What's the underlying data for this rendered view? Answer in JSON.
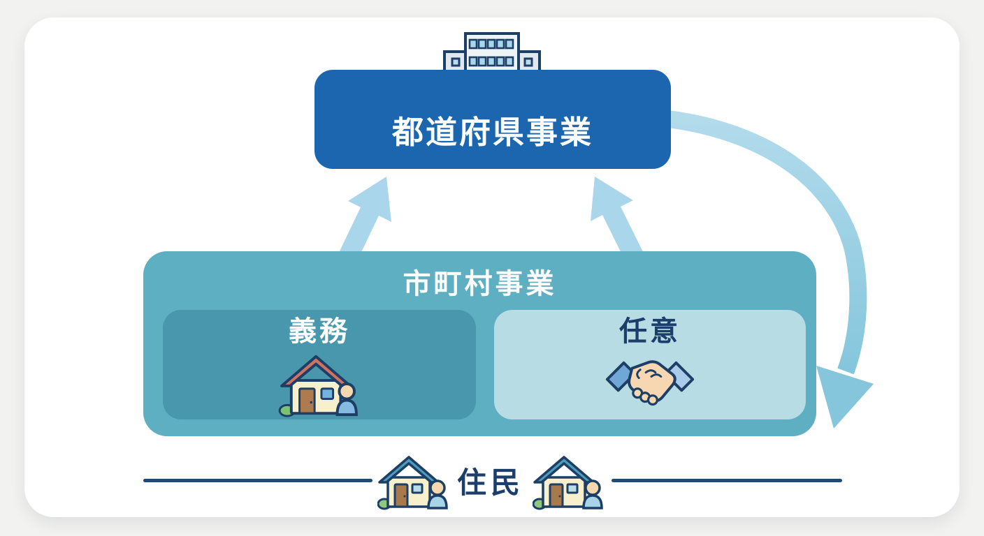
{
  "labels": {
    "prefecture": "都道府県事業",
    "municipality": "市町村事業",
    "obligation": "義務",
    "voluntary": "任意",
    "residents": "住民"
  },
  "icons": {
    "prefecture": "government-building-icon",
    "obligation": "house-with-resident-icon",
    "voluntary": "handshake-icon",
    "residents": "house-with-resident-icon"
  },
  "colors": {
    "prefecture_box": "#1b66ae",
    "municipality_box": "#5fafc2",
    "obligation_box": "#4897ac",
    "voluntary_box": "#b7dce3",
    "up_arrow": "#a9d6ea",
    "curved_arrow": "#85c6dc",
    "navy_text": "#1c3e6b",
    "divider_line": "#1e4a73",
    "card_background": "#ffffff",
    "page_background": "#f2f2f0"
  }
}
